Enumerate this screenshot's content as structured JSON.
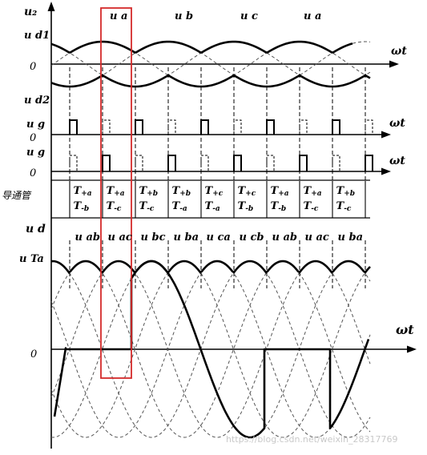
{
  "labels": {
    "u2": "u₂",
    "ud1": "u d1",
    "ud2": "u d2",
    "ug1": "u g",
    "ug2": "u g",
    "ud": "u d",
    "uTa": "u Ta",
    "zero": "0",
    "wt": "ωt",
    "conduct": "导通管",
    "phase_top": [
      "u a",
      "u b",
      "u c",
      "u a"
    ],
    "line_voltages": [
      "u ab",
      "u ac",
      "u bc",
      "u ba",
      "u ca",
      "u cb",
      "u ab",
      "u ac",
      "u ba"
    ]
  },
  "thyristors": [
    [
      "T+a",
      "T-b"
    ],
    [
      "T+a",
      "T-c"
    ],
    [
      "T+b",
      "T-c"
    ],
    [
      "T+b",
      "T-a"
    ],
    [
      "T+c",
      "T-a"
    ],
    [
      "T+c",
      "T-b"
    ],
    [
      "T+a",
      "T-b"
    ],
    [
      "T+a",
      "T-c"
    ],
    [
      "T+b",
      "T-c"
    ]
  ],
  "watermark": "https://blog.csdn.net/weixin_28317769",
  "colors": {
    "line": "#000000",
    "dash": "#555555",
    "highlight": "#d42a2a",
    "watermark": "#c9c9c9"
  }
}
